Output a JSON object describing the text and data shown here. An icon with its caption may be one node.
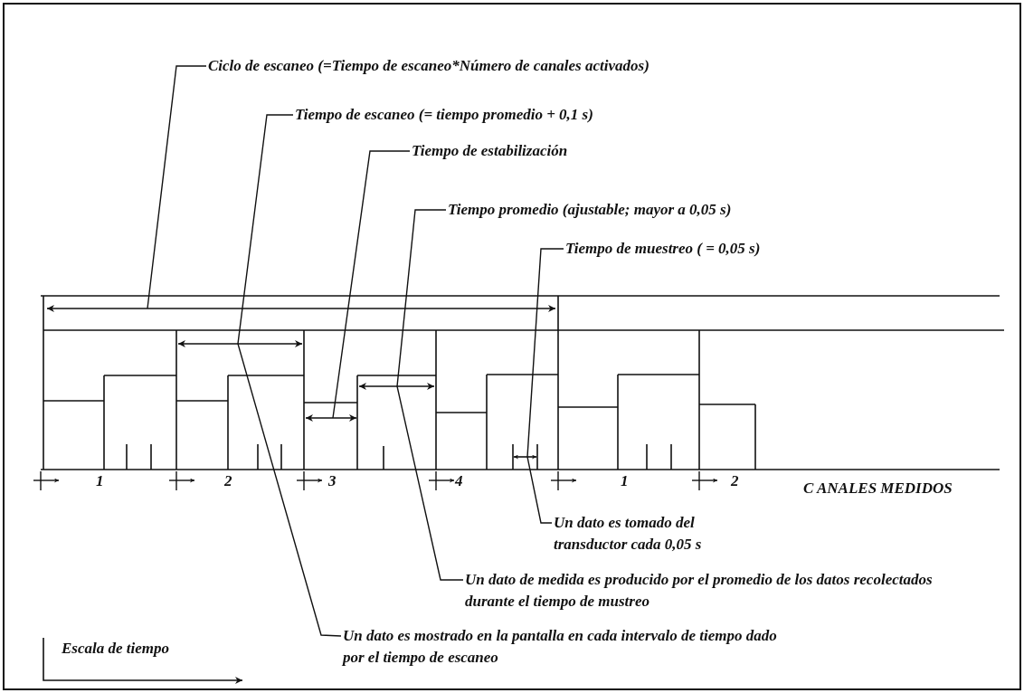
{
  "diagram": {
    "nodes": [
      {
        "text": [
          "Ciclo de escaneo (=Tiempo de escaneo*Número de canales activados)"
        ]
      },
      {
        "text": [
          "Tiempo de escaneo (= tiempo promedio + 0,1 s)"
        ]
      },
      {
        "text": [
          "Tiempo de estabilización"
        ]
      },
      {
        "text": [
          "Tiempo promedio (ajustable; mayor a 0,05 s)"
        ]
      },
      {
        "text": [
          "Tiempo de muestreo ( = 0,05 s)"
        ]
      },
      {
        "text": [
          "Un dato es tomado del transductor cada 0,05 s"
        ]
      },
      {
        "text": [
          "Un dato de medida es producido por el promedio de los datos recolectados durante el tiempo de mustreo"
        ]
      },
      {
        "text": [
          "Un dato es mostrado en la pantalla en cada intervalo de tiempo dado por el tiempo de escaneo"
        ]
      }
    ],
    "edges": [
      {
        "from": 0,
        "to": null,
        "arrow": "none"
      },
      {
        "from": 1,
        "to": 7,
        "arrow": "none"
      },
      {
        "from": 2,
        "to": null,
        "arrow": "none"
      },
      {
        "from": 3,
        "to": 6,
        "arrow": "none"
      },
      {
        "from": 4,
        "to": 5,
        "arrow": "none"
      }
    ],
    "labels": [
      "1",
      "2",
      "3",
      "4",
      "1",
      "2",
      "C ANALES MEDIDOS",
      "Escala de tiempo"
    ]
  }
}
